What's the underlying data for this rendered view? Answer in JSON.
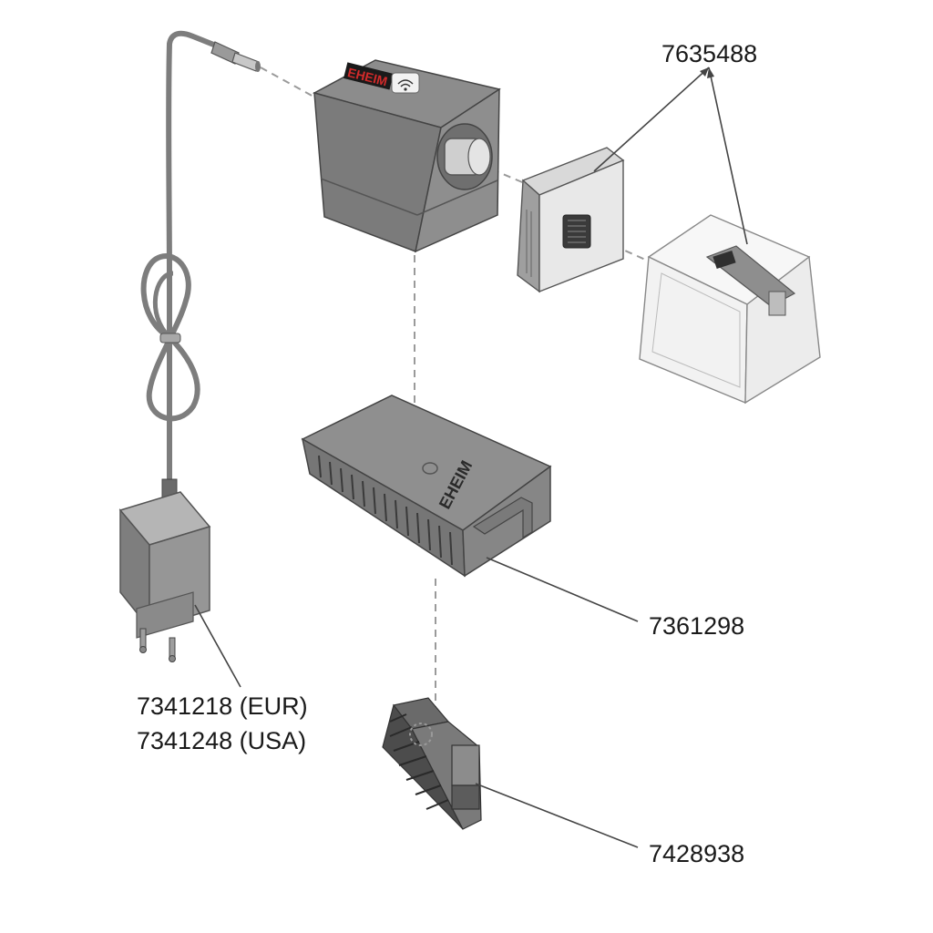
{
  "part_numbers": {
    "additive_container": "7635488",
    "base_plate": "7361298",
    "adapter_eur": "7341218 (EUR)",
    "adapter_usa": "7341248 (USA)",
    "clip": "7428938"
  },
  "pump_logo": "EHEIM",
  "base_logo": "EHEIM",
  "icons": {
    "pump_badge": "wifi-icon"
  },
  "colors": {
    "part_gray": "#8e8e8e",
    "part_dark": "#6c6c6c",
    "part_light": "#b9b9b9",
    "logo_red": "#d02a2a",
    "container_fill": "#f4f4f4"
  }
}
